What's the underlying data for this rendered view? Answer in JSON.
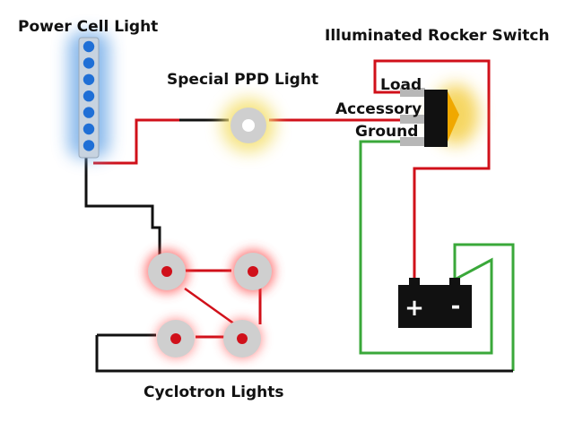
{
  "labels": {
    "power_cell_light": "Power Cell Light",
    "special_ppd_light": "Special PPD Light",
    "illuminated_rocker_switch": "Illuminated Rocker Switch",
    "load": "Load",
    "accessory": "Accessory",
    "ground": "Ground",
    "cyclotron_lights": "Cyclotron Lights"
  },
  "battery": {
    "plus": "+",
    "minus": "-"
  },
  "colors": {
    "wire_red": "#d0101a",
    "wire_green": "#3aa83a",
    "wire_black": "#111111",
    "led_blue": "#1f6fd6",
    "led_glow_blue": "#7fb3ea",
    "led_glow_red": "#ff4444",
    "led_glow_yellow": "#f5e27a",
    "light_gray": "#cfcfcf"
  },
  "components": {
    "power_cell_led_count": 7,
    "cyclotron_light_count": 4
  }
}
